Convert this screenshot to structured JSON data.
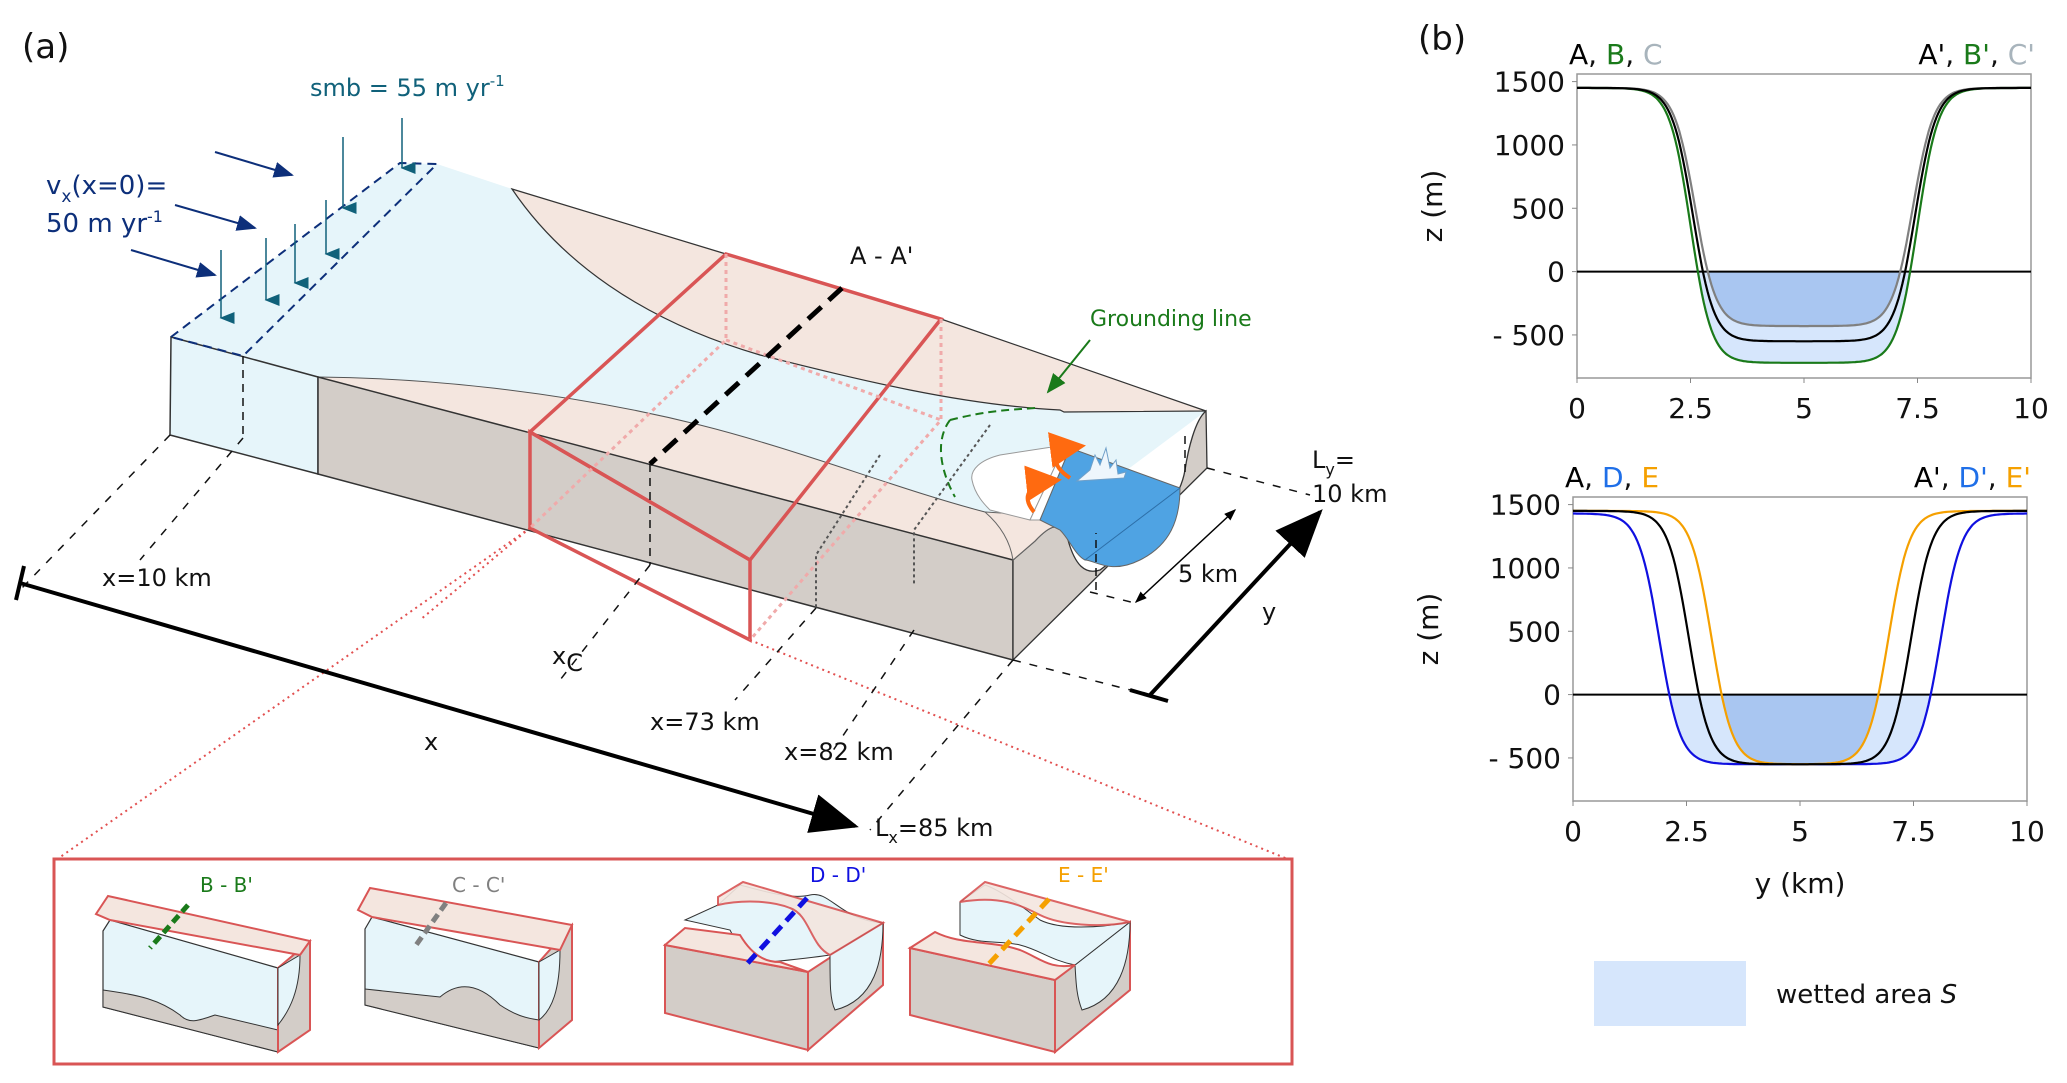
{
  "panel_a": {
    "label": "(a)",
    "smb": {
      "text": "smb = 55 m yr",
      "sup": "-1"
    },
    "vx": {
      "line1_v": "v",
      "line1_sub": "x",
      "line1_rest": "(x=0)=",
      "line2": "50 m yr",
      "line2_sup": "-1"
    },
    "section_label": "A - A'",
    "grounding_line_label": "Grounding line",
    "ly_label": {
      "L": "L",
      "sub": "y",
      "eq": "=",
      "value": "10 km"
    },
    "width_5km": "5 km",
    "y_axis": "y",
    "x_axis": "x",
    "x10": "x=10 km",
    "xc": {
      "x": "x",
      "sub": "C"
    },
    "x73": "x=73 km",
    "x82": "x=82 km",
    "lx_label": {
      "L": "L",
      "sub": "x",
      "value": "=85 km"
    },
    "inset": {
      "sections": [
        {
          "label": "B - B'",
          "color": "#1a7a1a"
        },
        {
          "label": "C - C'",
          "color": "#808080"
        },
        {
          "label": "D - D'",
          "color": "#1010e0"
        },
        {
          "label": "E - E'",
          "color": "#f5a000"
        }
      ]
    },
    "colors": {
      "ice": "#e6f5fa",
      "rock_top": "#f4e6df",
      "rock_side": "#d3cdc8",
      "water": "#4fa3e3",
      "red_box": "#d95555",
      "arrow_dark_blue": "#0d2f7a",
      "arrow_teal": "#10617a",
      "grounding": "#1a7a1a",
      "orange_arrow": "#ff6a10"
    }
  },
  "panel_b": {
    "label": "(b)",
    "legend": {
      "text": "wetted area ",
      "italic": "S",
      "color": "#d6e6fc"
    }
  },
  "chart_data": [
    {
      "type": "line",
      "title": "",
      "header_left": [
        {
          "text": "A",
          "color": "#000000"
        },
        {
          "text": "B",
          "color": "#1a7a1a"
        },
        {
          "text": "C",
          "color": "#a8b4bc"
        }
      ],
      "header_right": [
        {
          "text": "A'",
          "color": "#000000"
        },
        {
          "text": "B'",
          "color": "#1a7a1a"
        },
        {
          "text": "C'",
          "color": "#a8b4bc"
        }
      ],
      "xlabel": "",
      "ylabel": "z (m)",
      "xlim": [
        0,
        10
      ],
      "ylim": [
        -840,
        1560
      ],
      "xticks": [
        "0",
        "2.5",
        "5",
        "7.5",
        "10"
      ],
      "xtick_values": [
        0,
        2.5,
        5,
        7.5,
        10
      ],
      "yticks": [
        "1500",
        "1000",
        "500",
        "0",
        "- 500"
      ],
      "ytick_values": [
        1500,
        1000,
        500,
        0,
        -500
      ],
      "sea_level": 0,
      "series": [
        {
          "name": "A-A'",
          "color": "#000000",
          "top": 1450,
          "bottom": -550,
          "center_left": 2.55,
          "center_right": 7.45,
          "steep": 0.42
        },
        {
          "name": "B-B'",
          "color": "#1a7a1a",
          "top": 1450,
          "bottom": -720,
          "center_left": 2.5,
          "center_right": 7.5,
          "steep": 0.42
        },
        {
          "name": "C-C'",
          "color": "#808080",
          "top": 1450,
          "bottom": -430,
          "center_left": 2.6,
          "center_right": 7.4,
          "steep": 0.42
        }
      ],
      "wetted_fill": {
        "dark": "#a9c6f1",
        "light": "#d6e6fc"
      },
      "grid": false
    },
    {
      "type": "line",
      "title": "",
      "header_left": [
        {
          "text": "A",
          "color": "#000000"
        },
        {
          "text": "D",
          "color": "#1f6fe8"
        },
        {
          "text": "E",
          "color": "#f5a000"
        }
      ],
      "header_right": [
        {
          "text": "A'",
          "color": "#000000"
        },
        {
          "text": "D'",
          "color": "#1f6fe8"
        },
        {
          "text": "E'",
          "color": "#f5a000"
        }
      ],
      "xlabel": "y (km)",
      "ylabel": "z (m)",
      "xlim": [
        0,
        10
      ],
      "ylim": [
        -840,
        1560
      ],
      "xticks": [
        "0",
        "2.5",
        "5",
        "7.5",
        "10"
      ],
      "xtick_values": [
        0,
        2.5,
        5,
        7.5,
        10
      ],
      "yticks": [
        "1500",
        "1000",
        "500",
        "0",
        "- 500"
      ],
      "ytick_values": [
        1500,
        1000,
        500,
        0,
        -500
      ],
      "sea_level": 0,
      "series": [
        {
          "name": "A-A'",
          "color": "#000000",
          "top": 1450,
          "bottom": -550,
          "center_left": 2.55,
          "center_right": 7.45,
          "steep": 0.42
        },
        {
          "name": "D-D'",
          "color": "#1010e0",
          "top": 1430,
          "bottom": -550,
          "center_left": 1.9,
          "center_right": 8.1,
          "steep": 0.42
        },
        {
          "name": "E-E'",
          "color": "#f5a000",
          "top": 1450,
          "bottom": -550,
          "center_left": 3.05,
          "center_right": 6.95,
          "steep": 0.42
        }
      ],
      "wetted_fill": {
        "dark": "#a9c6f1",
        "light": "#d6e6fc"
      },
      "grid": false
    }
  ]
}
